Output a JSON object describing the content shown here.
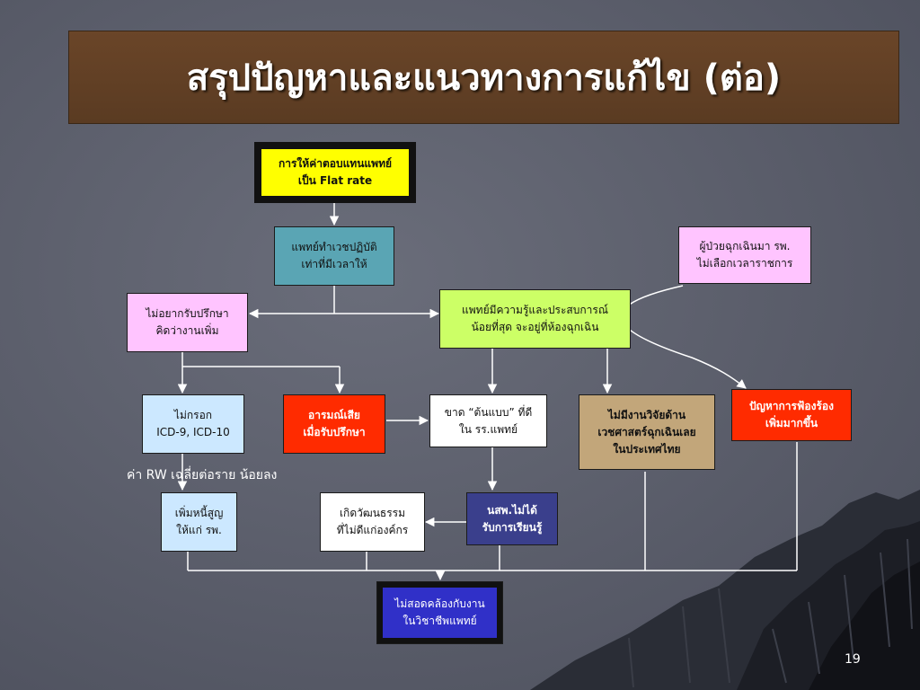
{
  "title": "สรุปปัญหาและแนวทางการแก้ไข (ต่อ)",
  "boxes": {
    "flat_rate": [
      "การให้ค่าตอบแทนแพทย์",
      "เป็น Flat rate"
    ],
    "doctor_time": [
      "แพทย์ทำเวชปฏิบัติ",
      "เท่าที่มีเวลาให้"
    ],
    "patient_time": [
      "ผู้ป่วยฉุกเฉินมา รพ.",
      "ไม่เลือกเวลาราชการ"
    ],
    "no_consult": [
      "ไม่อยากรับปรึกษา",
      "คิดว่างานเพิ่ม"
    ],
    "least_exp": [
      "แพทย์มีความรู้และประสบการณ์",
      "น้อยที่สุด จะอยู่ที่ห้องฉุกเฉิน"
    ],
    "no_icd": [
      "ไม่กรอก",
      "ICD-9, ICD-10"
    ],
    "upset": [
      "อารมณ์เสีย",
      "เมื่อรับปรึกษา"
    ],
    "no_model": [
      "ขาด “ต้นแบบ” ที่ดี",
      "ใน รร.แพทย์"
    ],
    "no_research": [
      "ไม่มีงานวิจัยด้าน",
      "เวชศาสตร์ฉุกเฉินเลย",
      "ในประเทศไทย"
    ],
    "lawsuit": [
      "ปัญหาการฟ้องร้อง",
      "เพิ่มมากขึ้น"
    ],
    "bad_debt": [
      "เพิ่มหนี้สูญ",
      "ให้แก่ รพ."
    ],
    "bad_culture": [
      "เกิดวัฒนธรรม",
      "ที่ไม่ดีแก่องค์กร"
    ],
    "no_learning": [
      "นสพ.ไม่ได้",
      "รับการเรียนรู้"
    ],
    "mismatch": [
      "ไม่สอดคล้องกับงาน",
      "ในวิชาชีพแพทย์"
    ]
  },
  "rw_note": "ค่า  RW  เฉลี่ยต่อราย น้อยลง",
  "page_number": "19",
  "colors": {
    "yellow": "#ffff00",
    "teal": "#5aa5b4",
    "pink": "#ffc4ff",
    "lime": "#ccff66",
    "light_blue": "#cce8ff",
    "red": "#ff2b00",
    "white": "#ffffff",
    "tan": "#c2a67a",
    "navy": "#3a3f8c",
    "blue": "#3030c8"
  }
}
